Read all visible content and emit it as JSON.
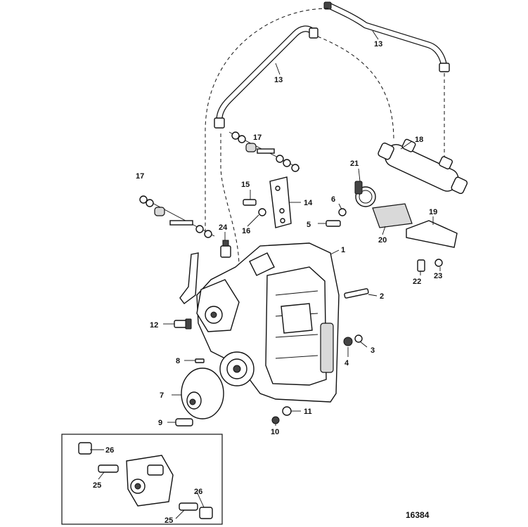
{
  "figure_id": "16384",
  "callouts": {
    "c1": "1",
    "c2": "2",
    "c3": "3",
    "c4": "4",
    "c5": "5",
    "c6": "6",
    "c7": "7",
    "c8": "8",
    "c9": "9",
    "c10": "10",
    "c11": "11",
    "c12": "12",
    "c13a": "13",
    "c13b": "13",
    "c14": "14",
    "c15": "15",
    "c16": "16",
    "c17a": "17",
    "c17b": "17",
    "c18": "18",
    "c19": "19",
    "c20": "20",
    "c21": "21",
    "c22": "22",
    "c23": "23",
    "c24": "24",
    "c25a": "25",
    "c25b": "25",
    "c26a": "26",
    "c26b": "26"
  }
}
